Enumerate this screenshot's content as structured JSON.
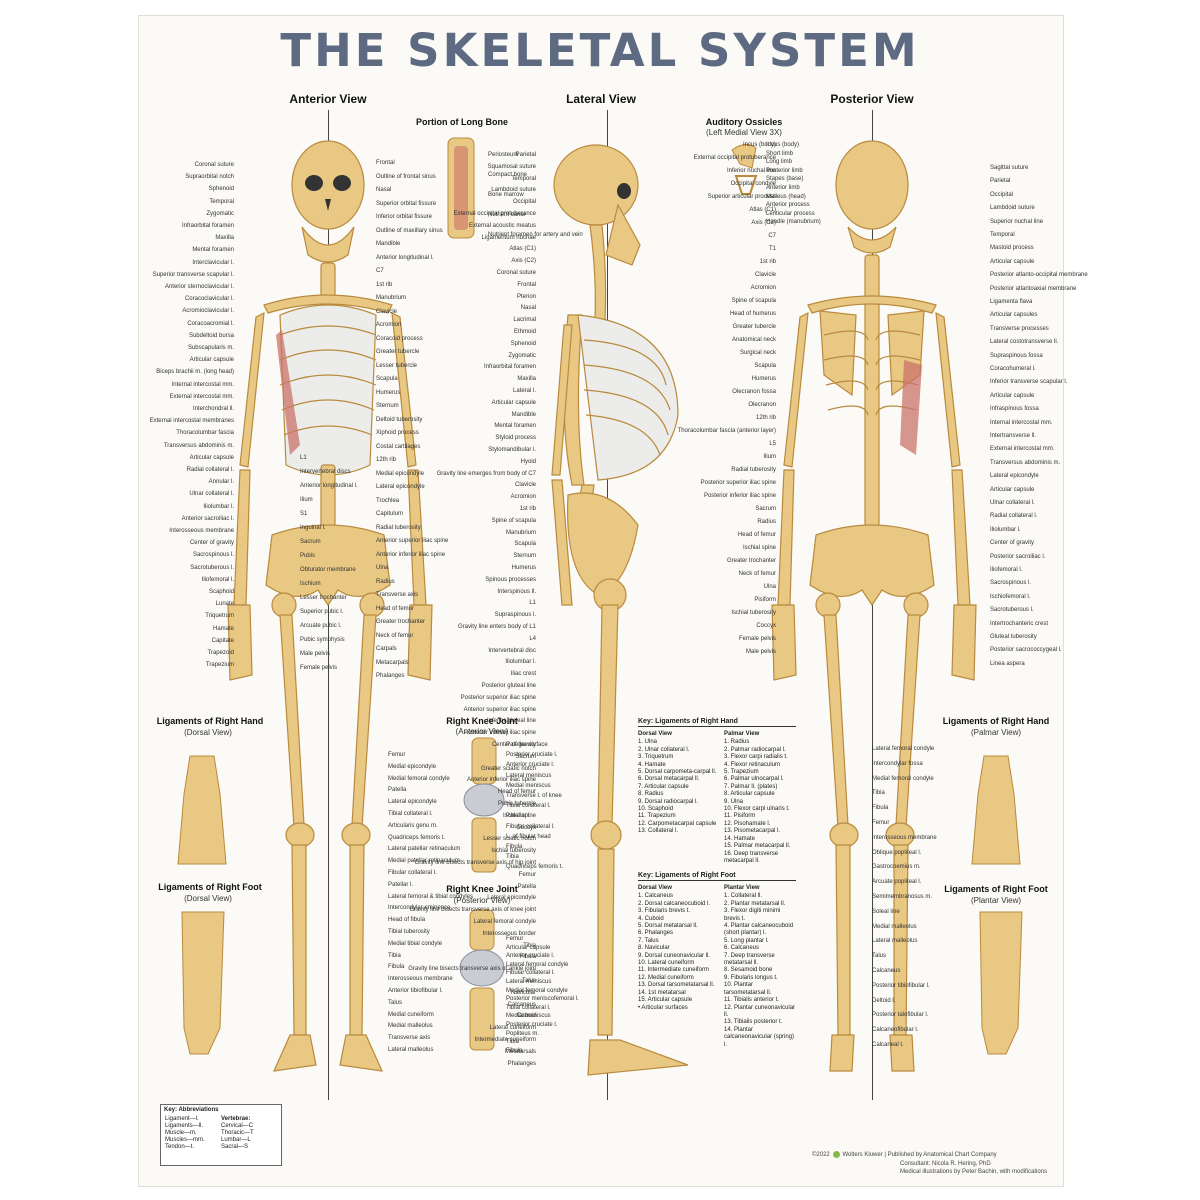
{
  "title": "THE SKELETAL SYSTEM",
  "views": {
    "anterior": "Anterior View",
    "lateral": "Lateral View",
    "posterior": "Posterior View"
  },
  "sections": {
    "long_bone": "Portion of Long Bone",
    "ossicles_title": "Auditory Ossicles",
    "ossicles_sub": "(Left Medial View 3X)",
    "hand_dorsal_title": "Ligaments of Right Hand",
    "hand_dorsal_sub": "(Dorsal View)",
    "foot_dorsal_title": "Ligaments of Right Foot",
    "foot_dorsal_sub": "(Dorsal View)",
    "knee_ant_title": "Right Knee Joint",
    "knee_ant_sub": "(Anterior View)",
    "knee_post_title": "Right Knee Joint",
    "knee_post_sub": "(Posterior View)",
    "hand_palmar_title": "Ligaments of Right Hand",
    "hand_palmar_sub": "(Palmar View)",
    "foot_plantar_title": "Ligaments of Right Foot",
    "foot_plantar_sub": "(Plantar View)"
  },
  "long_bone_labels": [
    "Periosteum",
    "Compact bone",
    "Bone marrow",
    "Nutrient canal",
    "Nutrient foramen for artery and vein"
  ],
  "ossicle_labels": [
    "Incus (body)",
    "Short limb",
    "Long limb",
    "Posterior limb",
    "Stapes (base)",
    "Anterior limb",
    "Malleus (head)",
    "Anterior process",
    "Lenticular process",
    "Handle (manubrium)"
  ],
  "anterior_left_labels": [
    "Coronal suture",
    "Supraorbital notch",
    "Sphenoid",
    "Temporal",
    "Zygomatic",
    "Infraorbital foramen",
    "Maxilla",
    "Mental foramen",
    "Interclavicular l.",
    "Superior transverse scapular l.",
    "Anterior sternoclavicular l.",
    "Coracoclavicular l.",
    "Acromioclavicular l.",
    "Coracoacromial l.",
    "Subdeltoid bursa",
    "Subscapularis m.",
    "Articular capsule",
    "Biceps brachii m. (long head)",
    "Internal intercostal mm.",
    "External intercostal mm.",
    "Interchondral ll.",
    "External intercostal membranes",
    "Thoracolumbar fascia",
    "Transversus abdominis m.",
    "Articular capsule",
    "Radial collateral l.",
    "Annular l.",
    "Ulnar collateral l.",
    "Iliolumbar l.",
    "Anterior sacroiliac l.",
    "Interosseous membrane",
    "Center of gravity",
    "Sacrospinous l.",
    "Sacrotuberous l.",
    "Iliofemoral l.",
    "Scaphoid",
    "Lunate",
    "Triquetrum",
    "Hamate",
    "Capitate",
    "Trapezoid",
    "Trapezium"
  ],
  "anterior_right_labels": [
    "Frontal",
    "Outline of frontal sinus",
    "Nasal",
    "Superior orbital fissure",
    "Inferior orbital fissure",
    "Outline of maxillary sinus",
    "Mandible",
    "Anterior longitudinal l.",
    "C7",
    "1st rib",
    "Manubrium",
    "Clavicle",
    "Acromion",
    "Coracoid process",
    "Greater tubercle",
    "Lesser tubercle",
    "Scapula",
    "Humerus",
    "Sternum",
    "Deltoid tuberosity",
    "Xiphoid process",
    "Costal cartilages",
    "12th rib",
    "Medial epicondyle",
    "Lateral epicondyle",
    "Trochlea",
    "Capitulum",
    "Radial tuberosity",
    "Anterior superior iliac spine",
    "Anterior inferior iliac spine",
    "Ulna",
    "Radius",
    "Transverse axis",
    "Head of femur",
    "Greater trochanter",
    "Neck of femur",
    "Carpals",
    "Metacarpals",
    "Phalanges"
  ],
  "anterior_mid_labels": [
    "L1",
    "Intervertebral discs",
    "Anterior longitudinal l.",
    "Ilium",
    "S1",
    "Inguinal l.",
    "Sacrum",
    "Pubis",
    "Obturator membrane",
    "Ischium",
    "Lesser trochanter",
    "Superior pubic l.",
    "Arcuate pubic l.",
    "Pubic symphysis",
    "Male pelvis",
    "Female pelvis"
  ],
  "lateral_labels": [
    "Parietal",
    "Squamosal suture",
    "Temporal",
    "Lambdoid suture",
    "Occipital",
    "External occipital protuberance",
    "External acoustic meatus",
    "Ligamentum nuchae",
    "Atlas (C1)",
    "Axis (C2)",
    "Coronal suture",
    "Frontal",
    "Pterion",
    "Nasal",
    "Lacrimal",
    "Ethmoid",
    "Sphenoid",
    "Zygomatic",
    "Infraorbital foramen",
    "Maxilla",
    "Lateral l.",
    "Articular capsule",
    "Mandible",
    "Mental foramen",
    "Styloid process",
    "Stylomandibular l.",
    "Hyoid",
    "Gravity line emerges from body of C7",
    "Clavicle",
    "Acromion",
    "1st rib",
    "Spine of scapula",
    "Manubrium",
    "Scapula",
    "Sternum",
    "Humerus",
    "Spinous processes",
    "Interspinous ll.",
    "L1",
    "Supraspinous l.",
    "Gravity line enters body of L1",
    "L4",
    "Intervertebral disc",
    "Iliolumbar l.",
    "Iliac crest",
    "Posterior gluteal line",
    "Posterior superior iliac spine",
    "Anterior superior iliac spine",
    "Inferior gluteal line",
    "Posterior inferior iliac spine",
    "Center of gravity",
    "Sacrum",
    "Greater sciatic notch",
    "Anterior inferior iliac spine",
    "Head of femur",
    "Pubic tubercle",
    "Ischial spine",
    "Coccyx",
    "Lesser sciatic notch",
    "Ischial tuberosity",
    "Gravity line bisects transverse axis of hip joint",
    "Femur",
    "Patella",
    "Lateral epicondyle",
    "Gravity line bisects transverse axis of knee joint",
    "Lateral femoral condyle",
    "Interosseous border",
    "Tibia",
    "Fibula",
    "Gravity line bisects transverse axis of ankle joint",
    "Talus",
    "Navicular",
    "Calcaneus",
    "Cuboid",
    "Lateral cuneiform",
    "Intermediate cuneiform",
    "Metatarsals",
    "Phalanges"
  ],
  "posterior_left_labels": [
    "Incus (body)",
    "External occipital protuberance",
    "Inferior nuchal line",
    "Occipital condyle",
    "Superior articular process",
    "Atlas (C1)",
    "Axis (C2)",
    "C7",
    "T1",
    "1st rib",
    "Clavicle",
    "Acromion",
    "Spine of scapula",
    "Head of humerus",
    "Greater tubercle",
    "Anatomical neck",
    "Surgical neck",
    "Scapula",
    "Humerus",
    "Olecranon fossa",
    "Olecranon",
    "12th rib",
    "Thoracolumbar fascia (anterior layer)",
    "L5",
    "Ilium",
    "Radial tuberosity",
    "Posterior superior iliac spine",
    "Posterior inferior iliac spine",
    "Sacrum",
    "Radius",
    "Head of femur",
    "Ischial spine",
    "Greater trochanter",
    "Neck of femur",
    "Ulna",
    "Pisiform",
    "Ischial tuberosity",
    "Coccyx",
    "Female pelvis",
    "Male pelvis"
  ],
  "posterior_right_labels": [
    "Sagittal suture",
    "Parietal",
    "Occipital",
    "Lambdoid suture",
    "Superior nuchal line",
    "Temporal",
    "Mastoid process",
    "Articular capsule",
    "Posterior atlanto-occipital membrane",
    "Posterior atlantoaxial membrane",
    "Ligamenta flava",
    "Articular capsules",
    "Transverse processes",
    "Lateral costotransverse ll.",
    "Supraspinous fossa",
    "Coracohumeral l.",
    "Inferior transverse scapular l.",
    "Articular capsule",
    "Infraspinous fossa",
    "Internal intercostal mm.",
    "Intertransverse ll.",
    "External intercostal mm.",
    "Transversus abdominis m.",
    "Lateral epicondyle",
    "Articular capsule",
    "Ulnar collateral l.",
    "Radial collateral l.",
    "Iliolumbar l.",
    "Center of gravity",
    "Posterior sacroiliac l.",
    "Iliofemoral l.",
    "Sacrospinous l.",
    "Ischiofemoral l.",
    "Sacrotuberous l.",
    "Intertrochanteric crest",
    "Gluteal tuberosity",
    "Posterior sacrococcygeal l.",
    "Linea aspera"
  ],
  "knee_labels": [
    "Femur",
    "Medial epicondyle",
    "Medial femoral condyle",
    "Patella",
    "Lateral epicondyle",
    "Tibial collateral l.",
    "Articularis genu m.",
    "Quadriceps femoris t.",
    "Lateral patellar retinaculum",
    "Medial patellar retinaculum",
    "Fibular collateral l.",
    "Patellar l.",
    "Lateral femoral & tibial condyles",
    "Intercondylar eminence",
    "Head of fibula",
    "Tibial tuberosity",
    "Medial tibial condyle",
    "Tibia",
    "Fibula",
    "Interosseous membrane",
    "Anterior tibiofibular l.",
    "Talus",
    "Medial cuneiform",
    "Medial malleolus",
    "Transverse axis",
    "Lateral malleolus"
  ],
  "knee_ant_labels": [
    "Patellar surface",
    "Posterior cruciate l.",
    "Anterior cruciate l.",
    "Lateral meniscus",
    "Medial meniscus",
    "Transverse l. of knee",
    "Tibial collateral l.",
    "Patellar l.",
    "Fibular collateral l.",
    "L. of fibular head",
    "Fibula",
    "Tibia",
    "Quadriceps femoris t."
  ],
  "knee_post_labels": [
    "Femur",
    "Articular capsule",
    "Anterior cruciate l.",
    "Lateral femoral condyle",
    "Fibular collateral l.",
    "Lateral meniscus",
    "Medial femoral condyle",
    "Posterior meniscofemoral l.",
    "Tibial collateral l.",
    "Medial meniscus",
    "Posterior cruciate l.",
    "Popliteus m.",
    "Tibia",
    "Fibula"
  ],
  "posterior_lower_labels": [
    "Lateral femoral condyle",
    "Intercondylar fossa",
    "Medial femoral condyle",
    "Tibia",
    "Fibula",
    "Femur",
    "Interosseous membrane",
    "Oblique popliteal l.",
    "Gastrocnemius m.",
    "Arcuate popliteal l.",
    "Semimembranosus m.",
    "Soleal line",
    "Medial malleolus",
    "Lateral malleolus",
    "Talus",
    "Calcaneus",
    "Posterior tibiofibular l.",
    "Deltoid l.",
    "Posterior talofibular l.",
    "Calcaneofibular l.",
    "Calcaneal t."
  ],
  "key_hand": {
    "title": "Key: Ligaments of Right Hand",
    "dorsal_header": "Dorsal View",
    "palmar_header": "Palmar View",
    "dorsal": [
      "1. Ulna",
      "2. Ulnar collateral l.",
      "3. Triquetrum",
      "4. Hamate",
      "5. Dorsal carpometa-carpal ll.",
      "6. Dorsal metacarpal ll.",
      "7. Articular capsule",
      "8. Radius",
      "9. Dorsal radiocarpal l.",
      "10. Scaphoid",
      "11. Trapezium",
      "12. Carpometacarpal capsule",
      "13. Collateral l."
    ],
    "palmar": [
      "1. Radius",
      "2. Palmar radiocarpal l.",
      "3. Flexor carpi radialis t.",
      "4. Flexor retinaculum",
      "5. Trapezium",
      "6. Palmar ulnocarpal l.",
      "7. Palmar ll. (plates)",
      "8. Articular capsule",
      "9. Ulna",
      "10. Flexor carpi ulnaris t.",
      "11. Pisiform",
      "12. Pisohamate l.",
      "13. Pisometacarpal l.",
      "14. Hamate",
      "15. Palmar metacarpal ll.",
      "16. Deep transverse metacarpal ll."
    ]
  },
  "key_foot": {
    "title": "Key: Ligaments of Right Foot",
    "dorsal_header": "Dorsal View",
    "plantar_header": "Plantar View",
    "dorsal": [
      "1. Calcaneus",
      "2. Dorsal calcaneocuboid l.",
      "3. Fibularis brevis t.",
      "4. Cuboid",
      "5. Dorsal metatarsal ll.",
      "6. Phalanges",
      "7. Talus",
      "8. Navicular",
      "9. Dorsal cuneonavicular ll.",
      "10. Lateral cuneiform",
      "11. Intermediate cuneiform",
      "12. Medial cuneiform",
      "13. Dorsal tarsometatarsal ll.",
      "14. 1st metatarsal",
      "15. Articular capsule",
      "• Articular surfaces"
    ],
    "plantar": [
      "1. Collateral ll.",
      "2. Plantar metatarsal ll.",
      "3. Flexor digiti minimi brevis t.",
      "4. Plantar calcaneocuboid (short plantar) l.",
      "5. Long plantar l.",
      "6. Calcaneus",
      "7. Deep transverse metatarsal ll.",
      "8. Sesamoid bone",
      "9. Fibularis longus t.",
      "10. Plantar tarsometatarsal ll.",
      "11. Tibialis anterior t.",
      "12. Plantar cuneonavicular ll.",
      "13. Tibialis posterior t.",
      "14. Plantar calcaneonavicular (spring) l."
    ]
  },
  "abbreviations": {
    "title": "Key: Abbreviations",
    "col1": [
      "Ligament—l.",
      "Ligaments—ll.",
      "Muscle—m.",
      "Muscles—mm.",
      "Tendon—t."
    ],
    "col2_header": "Vertebrae:",
    "col2": [
      "Cervical—C",
      "Thoracic—T",
      "Lumbar—L",
      "Sacral—S"
    ]
  },
  "footer": {
    "copyright": "©2022",
    "brand": "Wolters Kluwer",
    "publisher": "Published by Anatomical Chart Company",
    "consultant": "Consultant: Nicola R. Hering, PhD",
    "illustrations": "Medical illustrations by Peter Bachin, with modifications"
  },
  "colors": {
    "title": "#5e6a82",
    "bone": "#e9c883",
    "bone_shade": "#b98a3e",
    "muscle": "#c9746a",
    "cartilage": "#c9ccd3"
  }
}
